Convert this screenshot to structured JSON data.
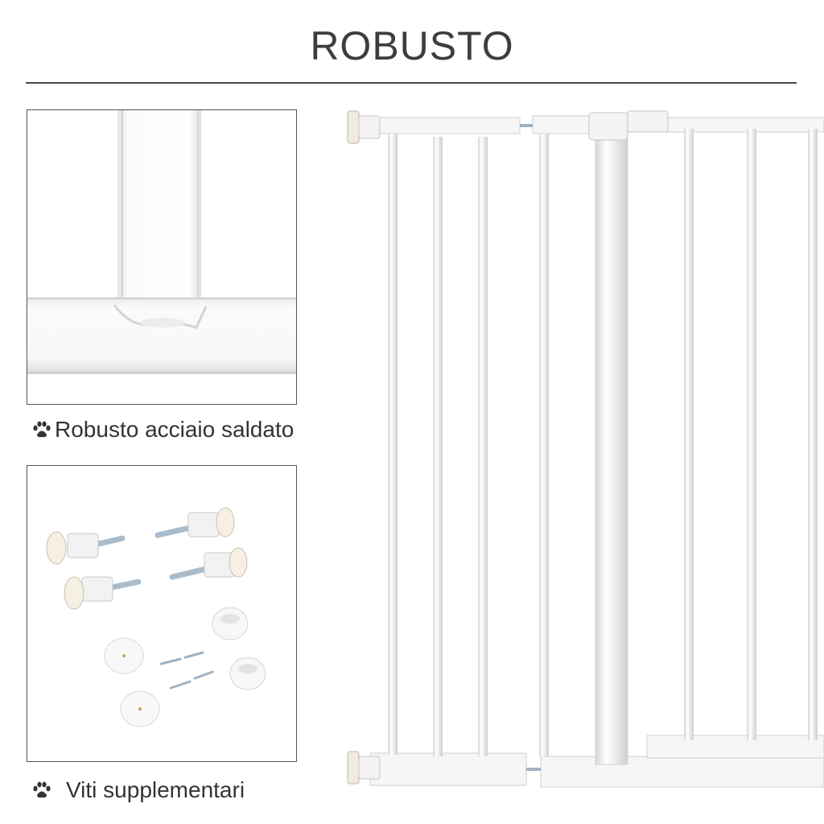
{
  "heading": {
    "title": "ROBUSTO"
  },
  "features": [
    {
      "label": "Robusto acciaio saldato",
      "icon": "paw-icon",
      "image": "welded-steel-closeup"
    },
    {
      "label": "Viti supplementari",
      "icon": "paw-icon",
      "image": "extra-screws-kit"
    }
  ],
  "product": {
    "image": "white-safety-gate"
  },
  "colors": {
    "text": "#3d3d3d",
    "rule": "#4a4a4a",
    "steel": "#f4f4f4",
    "screw": "#a9bccc"
  }
}
